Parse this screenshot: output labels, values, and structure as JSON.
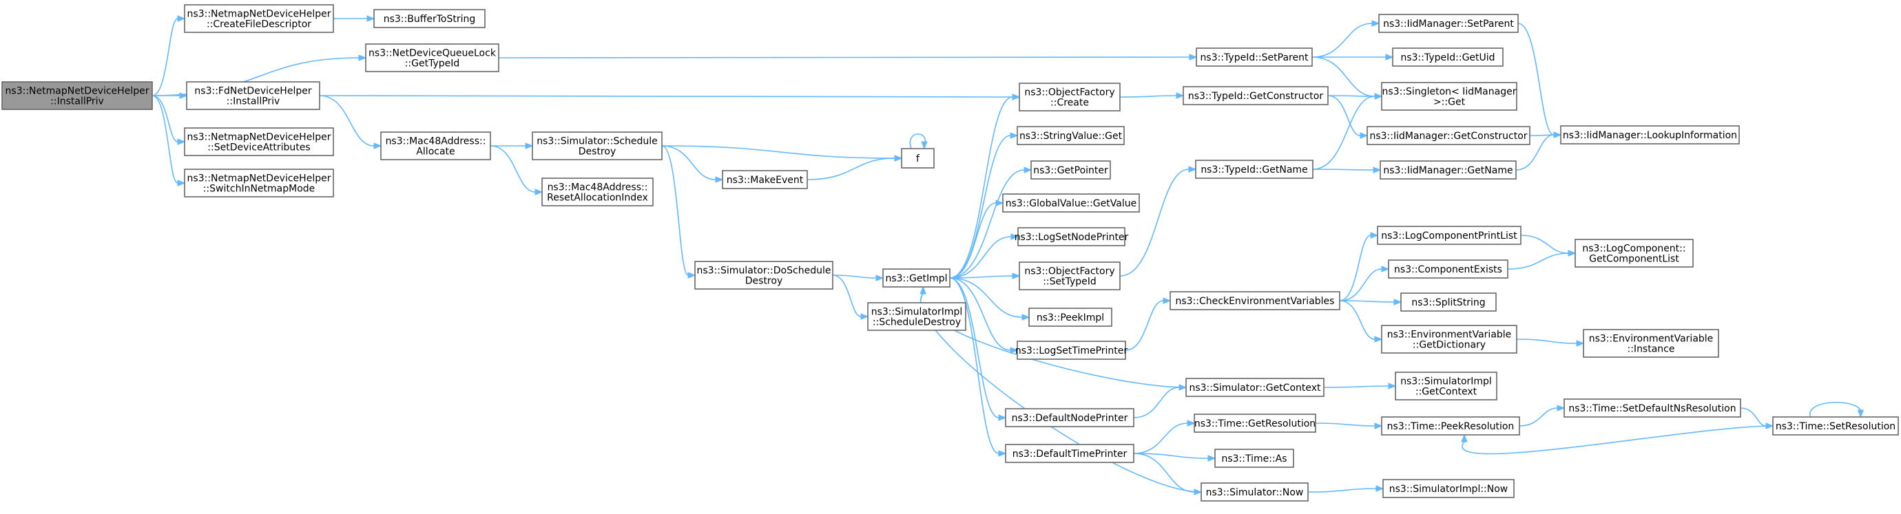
{
  "diagram": {
    "nodes": [
      {
        "id": "root",
        "lines": [
          "ns3::NetmapNetDeviceHelper",
          "::InstallPriv"
        ],
        "root": true
      },
      {
        "id": "createfd",
        "lines": [
          "ns3::NetmapNetDeviceHelper",
          "::CreateFileDescriptor"
        ]
      },
      {
        "id": "buffertostring",
        "lines": [
          "ns3::BufferToString"
        ]
      },
      {
        "id": "ndqlock",
        "lines": [
          "ns3::NetDeviceQueueLock",
          "::GetTypeId"
        ]
      },
      {
        "id": "fdinstall",
        "lines": [
          "ns3::FdNetDeviceHelper",
          "::InstallPriv"
        ]
      },
      {
        "id": "setdevattr",
        "lines": [
          "ns3::NetmapNetDeviceHelper",
          "::SetDeviceAttributes"
        ]
      },
      {
        "id": "switchnetmap",
        "lines": [
          "ns3::NetmapNetDeviceHelper",
          "::SwitchInNetmapMode"
        ]
      },
      {
        "id": "macalloc",
        "lines": [
          "ns3::Mac48Address::",
          "Allocate"
        ]
      },
      {
        "id": "schedestroy",
        "lines": [
          "ns3::Simulator::Schedule",
          "Destroy"
        ]
      },
      {
        "id": "macreset",
        "lines": [
          "ns3::Mac48Address::",
          "ResetAllocationIndex"
        ]
      },
      {
        "id": "makeevent",
        "lines": [
          "ns3::MakeEvent"
        ]
      },
      {
        "id": "f",
        "lines": [
          "f"
        ]
      },
      {
        "id": "doschedestroy",
        "lines": [
          "ns3::Simulator::DoSchedule",
          "Destroy"
        ]
      },
      {
        "id": "simimplschedestroy",
        "lines": [
          "ns3::SimulatorImpl",
          "::ScheduleDestroy"
        ]
      },
      {
        "id": "getimpl",
        "lines": [
          "ns3::GetImpl"
        ]
      },
      {
        "id": "objfactcreate",
        "lines": [
          "ns3::ObjectFactory",
          "::Create"
        ]
      },
      {
        "id": "stringvalueget",
        "lines": [
          "ns3::StringValue::Get"
        ]
      },
      {
        "id": "getpointer",
        "lines": [
          "ns3::GetPointer"
        ]
      },
      {
        "id": "globalvalueget",
        "lines": [
          "ns3::GlobalValue::GetValue"
        ]
      },
      {
        "id": "logsetnodeprinter",
        "lines": [
          "ns3::LogSetNodePrinter"
        ]
      },
      {
        "id": "objfactsettypeid",
        "lines": [
          "ns3::ObjectFactory",
          "::SetTypeId"
        ]
      },
      {
        "id": "peekimpl",
        "lines": [
          "ns3::PeekImpl"
        ]
      },
      {
        "id": "logsettimeprinter",
        "lines": [
          "ns3::LogSetTimePrinter"
        ]
      },
      {
        "id": "defaultnodeprinter",
        "lines": [
          "ns3::DefaultNodePrinter"
        ]
      },
      {
        "id": "defaulttimeprinter",
        "lines": [
          "ns3::DefaultTimePrinter"
        ]
      },
      {
        "id": "typeidsetparent",
        "lines": [
          "ns3::TypeId::SetParent"
        ]
      },
      {
        "id": "typeidgetconstructor",
        "lines": [
          "ns3::TypeId::GetConstructor"
        ]
      },
      {
        "id": "typeidgetname",
        "lines": [
          "ns3::TypeId::GetName"
        ]
      },
      {
        "id": "checkenv",
        "lines": [
          "ns3::CheckEnvironmentVariables"
        ]
      },
      {
        "id": "simgetcontext",
        "lines": [
          "ns3::Simulator::GetContext"
        ]
      },
      {
        "id": "timegetres",
        "lines": [
          "ns3::Time::GetResolution"
        ]
      },
      {
        "id": "timeas",
        "lines": [
          "ns3::Time::As"
        ]
      },
      {
        "id": "simnow",
        "lines": [
          "ns3::Simulator::Now"
        ]
      },
      {
        "id": "iidsetparent",
        "lines": [
          "ns3::IidManager::SetParent"
        ]
      },
      {
        "id": "typeidgetuid",
        "lines": [
          "ns3::TypeId::GetUid"
        ]
      },
      {
        "id": "singletonget",
        "lines": [
          "ns3::Singleton< IidManager",
          " >::Get"
        ]
      },
      {
        "id": "iidgetconstructor",
        "lines": [
          "ns3::IidManager::GetConstructor"
        ]
      },
      {
        "id": "iidgetname",
        "lines": [
          "ns3::IidManager::GetName"
        ]
      },
      {
        "id": "iidlookup",
        "lines": [
          "ns3::IidManager::LookupInformation"
        ]
      },
      {
        "id": "logcompprintlist",
        "lines": [
          "ns3::LogComponentPrintList"
        ]
      },
      {
        "id": "compexists",
        "lines": [
          "ns3::ComponentExists"
        ]
      },
      {
        "id": "splitstring",
        "lines": [
          "ns3::SplitString"
        ]
      },
      {
        "id": "envgetdict",
        "lines": [
          "ns3::EnvironmentVariable",
          "::GetDictionary"
        ]
      },
      {
        "id": "logcompgetlist",
        "lines": [
          "ns3::LogComponent::",
          "GetComponentList"
        ]
      },
      {
        "id": "envinstance",
        "lines": [
          "ns3::EnvironmentVariable",
          "::Instance"
        ]
      },
      {
        "id": "simimplgetcontext",
        "lines": [
          "ns3::SimulatorImpl",
          "::GetContext"
        ]
      },
      {
        "id": "timepeekres",
        "lines": [
          "ns3::Time::PeekResolution"
        ]
      },
      {
        "id": "simimplnow",
        "lines": [
          "ns3::SimulatorImpl::Now"
        ]
      },
      {
        "id": "timesetdefaultns",
        "lines": [
          "ns3::Time::SetDefaultNsResolution"
        ]
      },
      {
        "id": "timesetres",
        "lines": [
          "ns3::Time::SetResolution"
        ]
      }
    ]
  }
}
